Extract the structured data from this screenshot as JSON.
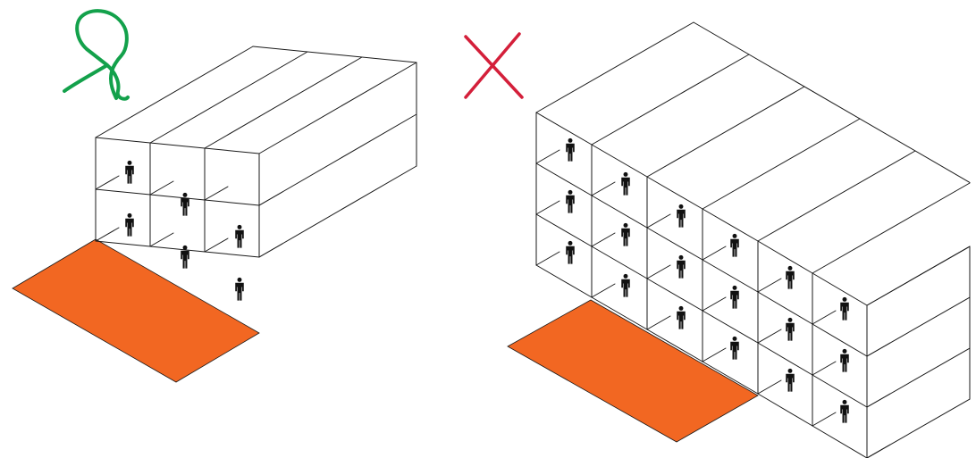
{
  "colors": {
    "ground": "#f26722",
    "good_mark": "#13a14b",
    "bad_mark": "#d41f3a",
    "edges": "#1a1a1a",
    "figure": "#111111"
  },
  "icons": {
    "good_mark": "loop-check-icon",
    "bad_mark": "x-cross-icon",
    "occupant": "person-icon"
  },
  "diagrams": [
    {
      "id": "left",
      "verdict": "good",
      "stack": {
        "columns": 3,
        "floors": 2
      },
      "occupants": 6,
      "ground": "open-ground-plot"
    },
    {
      "id": "right",
      "verdict": "bad",
      "stack": {
        "columns": 6,
        "floors": 3
      },
      "occupants": 18,
      "ground": "open-ground-plot"
    }
  ]
}
